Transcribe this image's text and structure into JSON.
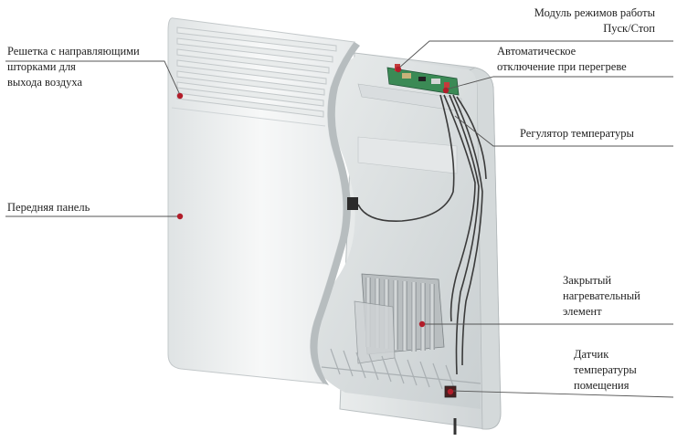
{
  "labels": {
    "grille": "Решетка с направляющими\nшторками для\nвыхода воздуха",
    "front_panel": "Передняя панель",
    "mode_module": "Модуль режимов работы\nПуск/Стоп",
    "auto_shutoff": "Автоматическое\nотключение при перегреве",
    "temp_regulator": "Регулятор температуры",
    "heating_element": "Закрытый\nнагревательный\nэлемент",
    "room_sensor": "Датчик\nтемпературы\nпомещения"
  },
  "colors": {
    "callout_dot": "#b21d2a",
    "panel_body": "#f2f4f4",
    "pcb": "#3b8a55"
  }
}
